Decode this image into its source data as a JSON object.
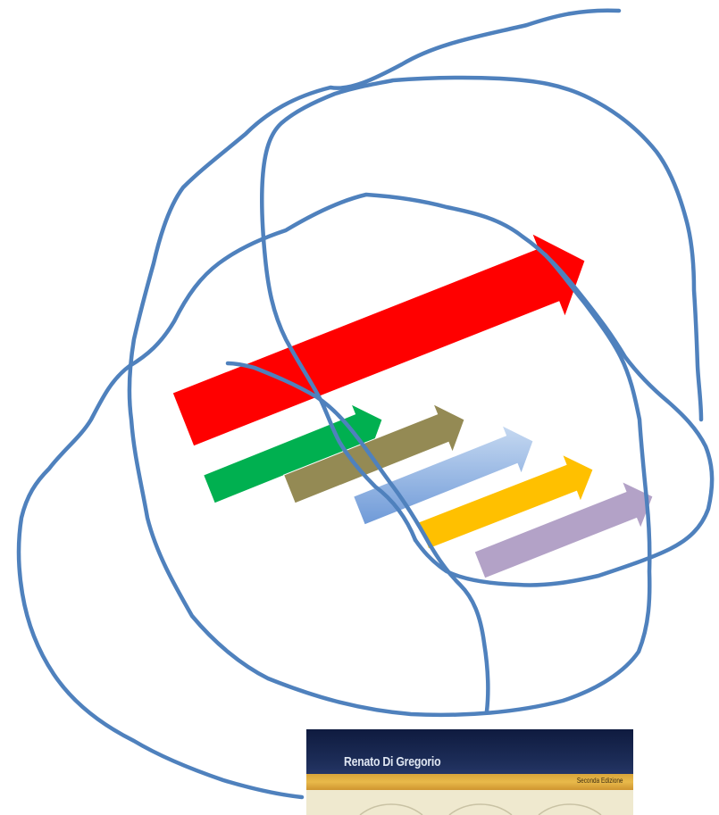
{
  "diagram": {
    "arrows": [
      {
        "id": "red",
        "color": "#ff0000"
      },
      {
        "id": "green",
        "color": "#00b050"
      },
      {
        "id": "olive",
        "color": "#948a54"
      },
      {
        "id": "blue",
        "color": "#8db3e2"
      },
      {
        "id": "gold",
        "color": "#ffc000"
      },
      {
        "id": "lavender",
        "color": "#b3a2c7"
      }
    ],
    "scribble_color": "#4f81bd"
  },
  "book_cover": {
    "author": "Renato Di Gregorio",
    "edition": "Seconda Edizione"
  }
}
